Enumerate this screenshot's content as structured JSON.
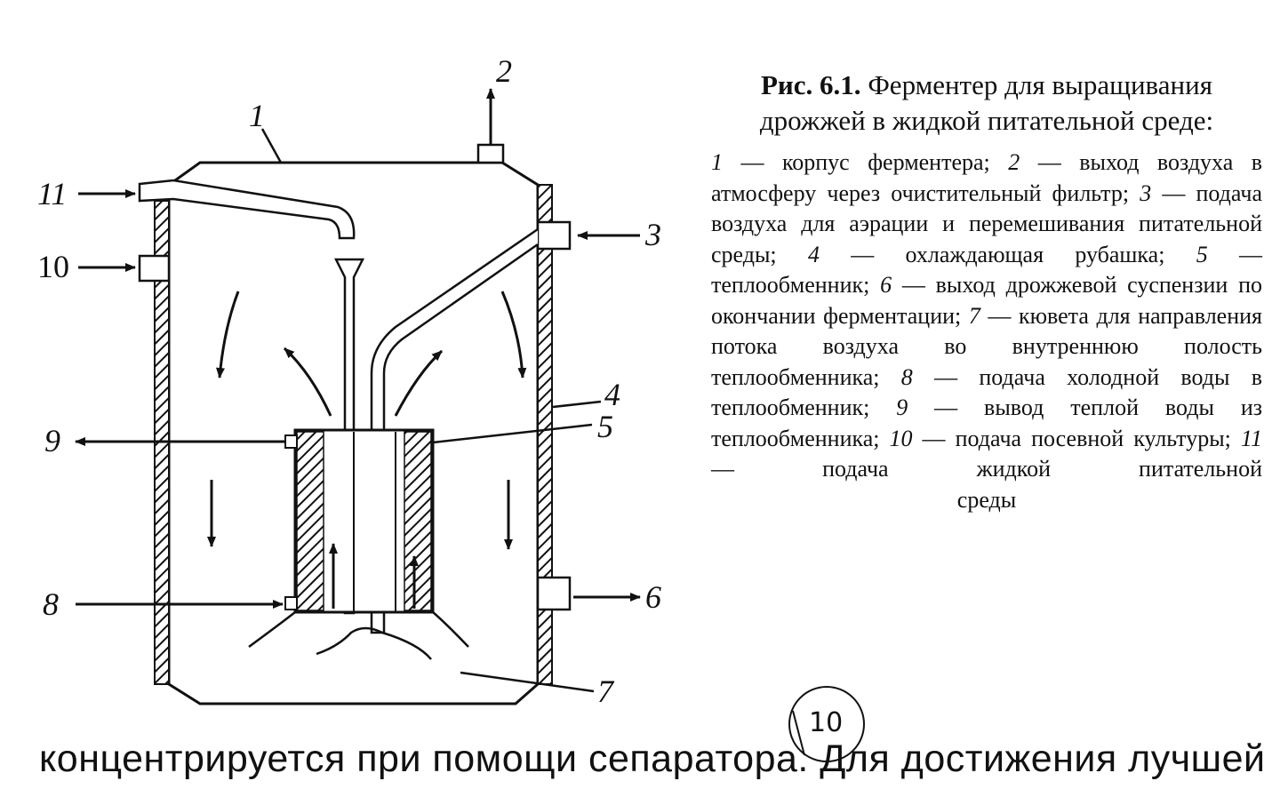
{
  "caption": {
    "fig_number": "Рис. 6.1.",
    "fig_title": "Ферментер для выращивания дрожжей в жидкой питательной среде:"
  },
  "legend": [
    {
      "num": "1",
      "text": " — корпус ферментера; "
    },
    {
      "num": "2",
      "text": " — выход воздуха в атмосферу через очистительный фильтр; "
    },
    {
      "num": "3",
      "text": " — подача воздуха для аэрации и перемешивания питательной среды; "
    },
    {
      "num": "4",
      "text": " — охлаждающая рубашка; "
    },
    {
      "num": "5",
      "text": " — теплообменник; "
    },
    {
      "num": "6",
      "text": " — выход дрожжевой суспензии по окончании ферментации; "
    },
    {
      "num": "7",
      "text": " — кювета для направления потока воздуха во внутреннюю полость теплообменника; "
    },
    {
      "num": "8",
      "text": " — подача холодной воды в теплообменник; "
    },
    {
      "num": "9",
      "text": " — вывод теплой воды из теплообменника; "
    },
    {
      "num": "10",
      "text": " — подача посевной культуры; "
    },
    {
      "num": "11",
      "text": " — подача жидкой питательной"
    }
  ],
  "legend_last": "среды",
  "diagram_labels": {
    "l1": "1",
    "l2": "2",
    "l3": "3",
    "l4": "4",
    "l5": "5",
    "l6": "6",
    "l7": "7",
    "l8": "8",
    "l9": "9",
    "l10": "10",
    "l11": "11"
  },
  "bottom_text": "концентрируется при помощи сепаратора. Для достижения лучшей",
  "page_mark": "10"
}
